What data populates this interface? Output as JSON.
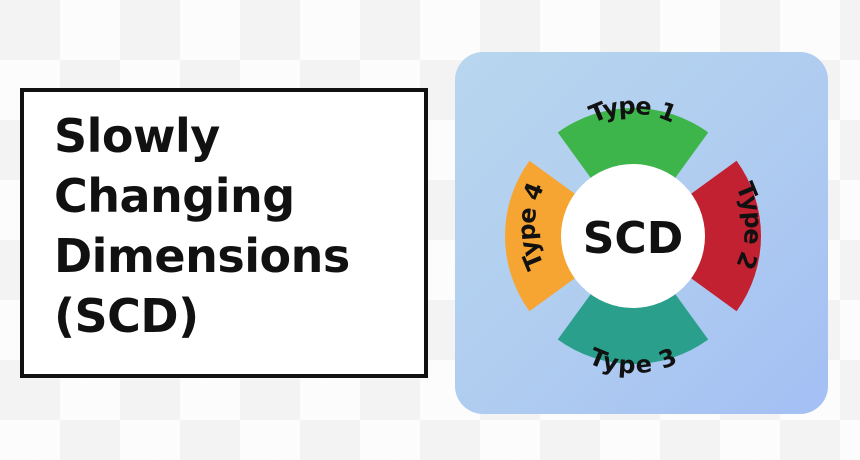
{
  "title": {
    "lines": [
      "Slowly",
      "Changing",
      "Dimensions",
      "(SCD)"
    ]
  },
  "diagram": {
    "center_label": "SCD",
    "segments": [
      {
        "label": "Type 1",
        "color": "#3db54a"
      },
      {
        "label": "Type 2",
        "color": "#c12130"
      },
      {
        "label": "Type 3",
        "color": "#2a9f8c"
      },
      {
        "label": "Type 4",
        "color": "#f6a532"
      }
    ],
    "center_color": "#ffffff",
    "panel_color": "#b0cdf0"
  }
}
